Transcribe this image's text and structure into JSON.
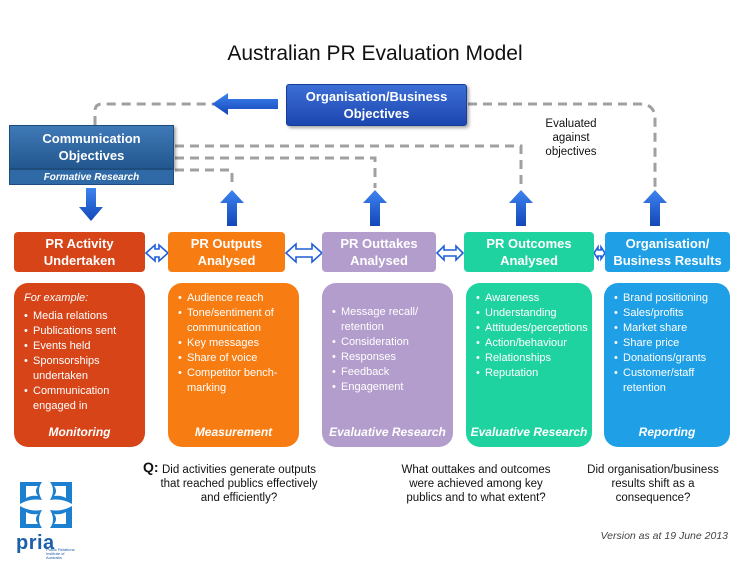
{
  "title": "Australian PR Evaluation Model",
  "top": {
    "org_objectives": "Organisation/Business Objectives",
    "comm_objectives": "Communication Objectives",
    "formative": "Formative Research",
    "evaluated_against": "Evaluated against objectives"
  },
  "stages": [
    {
      "label": "PR Activity Undertaken",
      "color": "#d64418"
    },
    {
      "label": "PR Outputs Analysed",
      "color": "#f77c12"
    },
    {
      "label": "PR Outtakes Analysed",
      "color": "#b39dcd"
    },
    {
      "label": "PR Outcomes Analysed",
      "color": "#1fd3a1"
    },
    {
      "label": "Organisation/ Business Results",
      "color": "#1e9fe6"
    }
  ],
  "panels": [
    {
      "intro": "For example:",
      "items": [
        "Media relations",
        "Publications sent",
        "Events held",
        "Sponsorships undertaken",
        "Communication engaged in"
      ],
      "footer": "Monitoring"
    },
    {
      "items": [
        "Audience reach",
        "Tone/sentiment of communication",
        "Key messages",
        "Share of voice",
        "Competitor bench-marking"
      ],
      "footer": "Measurement"
    },
    {
      "items": [
        "Message recall/ retention",
        "Consideration",
        "Responses",
        "Feedback",
        "Engagement"
      ],
      "footer": "Evaluative Research"
    },
    {
      "items": [
        "Awareness",
        "Understanding",
        "Attitudes/perceptions",
        "Action/behaviour",
        "Relationships",
        "Reputation"
      ],
      "footer": "Evaluative Research"
    },
    {
      "items": [
        "Brand positioning",
        "Sales/profits",
        "Market share",
        "Share price",
        "Donations/grants",
        "Customer/staff retention"
      ],
      "footer": "Reporting"
    }
  ],
  "questions": {
    "label": "Q:",
    "q1": "Did activities generate outputs that reached publics effectively and efficiently?",
    "q2": "What outtakes and outcomes were achieved among key publics and to what extent?",
    "q3": "Did organisation/business results shift as a consequence?"
  },
  "version": "Version as at 19 June 2013",
  "logo": {
    "name": "pria",
    "subtitle": "Public Relations Institute of Australia"
  },
  "colors": {
    "arrow_blue": "#1f5fd8",
    "dashed_gray": "#a0a0a0"
  }
}
